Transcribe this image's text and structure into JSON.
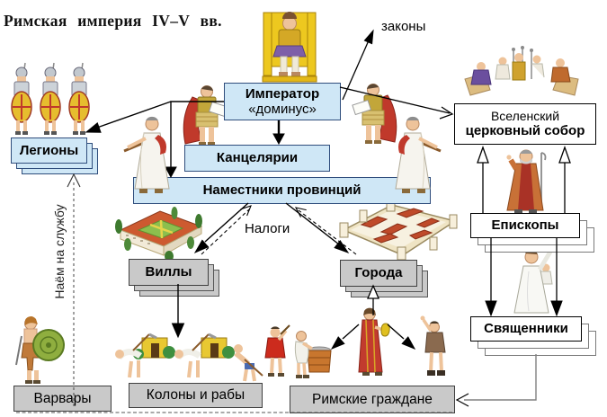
{
  "title": "Римская империя IV–V вв.",
  "annotations": {
    "laws": "законы",
    "taxes": "Налоги",
    "hire_for_service": "Наём на службу"
  },
  "nodes": {
    "emperor": {
      "line1": "Император",
      "line2": "«доминус»"
    },
    "chancelleries": {
      "label": "Канцелярии"
    },
    "governors": {
      "label": "Наместники провинций"
    },
    "legions": {
      "label": "Легионы"
    },
    "council": {
      "line1": "Вселенский",
      "line2": "церковный собор"
    },
    "bishops": {
      "label": "Епископы"
    },
    "priests": {
      "label": "Священники"
    },
    "villas": {
      "label": "Виллы"
    },
    "cities": {
      "label": "Города"
    },
    "barbarians": {
      "label": "Варвары"
    },
    "colons_slaves": {
      "label": "Колоны и рабы"
    },
    "roman_citizens": {
      "label": "Римские граждане"
    }
  },
  "colors": {
    "box_blue": "#cfe7f6",
    "box_blue_border": "#2f4d7c",
    "box_gray": "#c9c9c9",
    "box_white": "#ffffff",
    "arrow": "#000000",
    "dashed_line": "#555555",
    "priest_connector": "#808080"
  },
  "illustrations": [
    "legionaries",
    "emperor-on-throne",
    "official-with-scroll-left",
    "official-with-staff-left",
    "official-with-scroll-right",
    "official-with-staff-right",
    "roman-villa",
    "roman-city",
    "church-council-session",
    "bishop",
    "priest",
    "barbarian-warrior",
    "colons-and-slaves-working",
    "roman-citizens-group"
  ]
}
